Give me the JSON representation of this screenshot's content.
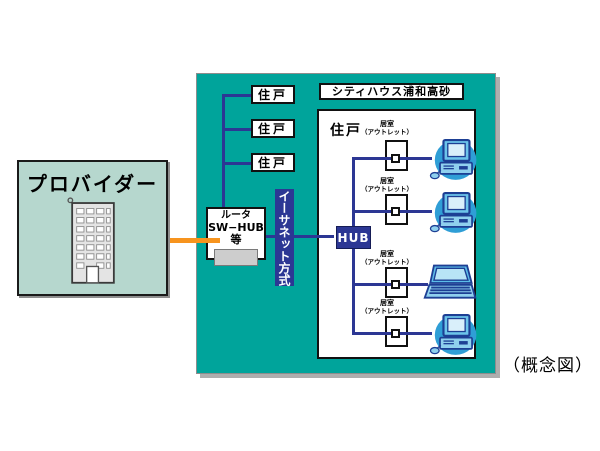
{
  "caption": "（概念図）",
  "provider": {
    "label": "プロバイダー"
  },
  "network": {
    "title": "シティハウス浦和高砂",
    "units": [
      "住戸",
      "住戸",
      "住戸"
    ],
    "router": {
      "line1": "ルータ",
      "line2": "SW−HUB等"
    },
    "ethernet_label": "イーサネット方式",
    "detail": {
      "unit_label": "住戸",
      "hub_label": "HUB",
      "outlets": [
        {
          "room": "居室",
          "outlet": "（アウトレット）",
          "device": "desktop"
        },
        {
          "room": "居室",
          "outlet": "（アウトレット）",
          "device": "desktop"
        },
        {
          "room": "居室",
          "outlet": "（アウトレット）",
          "device": "laptop"
        },
        {
          "room": "居室",
          "outlet": "（アウトレット）",
          "device": "desktop"
        }
      ]
    }
  },
  "colors": {
    "teal_background": "#00a49b",
    "line_navy": "#2c3794",
    "feed_orange": "#f7941e",
    "provider_green": "#b6d7ce"
  }
}
